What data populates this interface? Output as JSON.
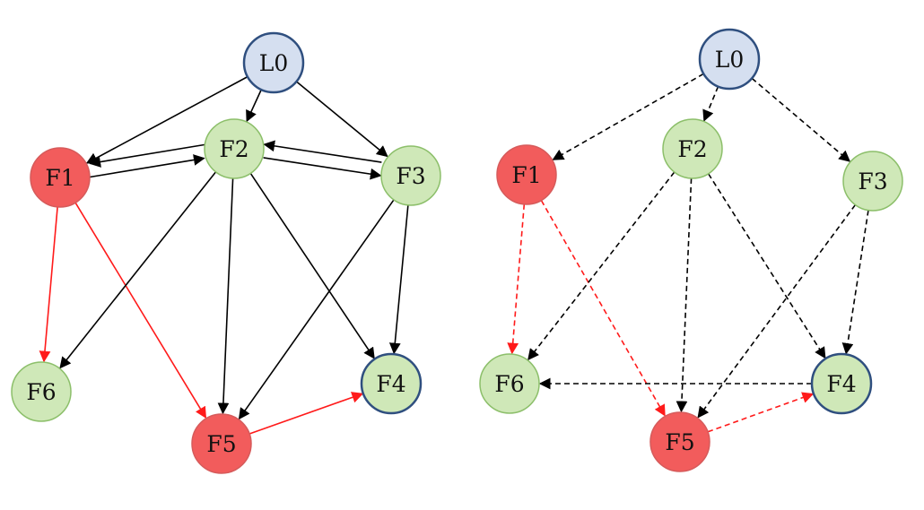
{
  "colors": {
    "leader_fill": "#d5dff0",
    "leader_stroke": "#2f4f7f",
    "normal_fill": "#cfe8b8",
    "normal_stroke": "#8cbf6a",
    "faulty_fill": "#f25c5c",
    "faulty_stroke": "#d65b5b",
    "edge_black": "#000000",
    "edge_red": "#ff1a1a"
  },
  "graphs": [
    {
      "name": "left-graph",
      "edge_style": "solid",
      "nodes": [
        {
          "id": "L0",
          "label": "L0",
          "kind": "leader"
        },
        {
          "id": "F1",
          "label": "F1",
          "kind": "faulty"
        },
        {
          "id": "F2",
          "label": "F2",
          "kind": "normal"
        },
        {
          "id": "F3",
          "label": "F3",
          "kind": "normal"
        },
        {
          "id": "F4",
          "label": "F4",
          "kind": "highlight"
        },
        {
          "id": "F5",
          "label": "F5",
          "kind": "faulty"
        },
        {
          "id": "F6",
          "label": "F6",
          "kind": "normal"
        }
      ],
      "edges": [
        {
          "from": "L0",
          "to": "F1",
          "color": "black"
        },
        {
          "from": "L0",
          "to": "F2",
          "color": "black"
        },
        {
          "from": "L0",
          "to": "F3",
          "color": "black"
        },
        {
          "from": "F2",
          "to": "F1",
          "color": "black"
        },
        {
          "from": "F1",
          "to": "F2",
          "color": "black"
        },
        {
          "from": "F2",
          "to": "F3",
          "color": "black"
        },
        {
          "from": "F3",
          "to": "F2",
          "color": "black"
        },
        {
          "from": "F1",
          "to": "F6",
          "color": "red"
        },
        {
          "from": "F1",
          "to": "F5",
          "color": "red"
        },
        {
          "from": "F2",
          "to": "F6",
          "color": "black"
        },
        {
          "from": "F2",
          "to": "F5",
          "color": "black"
        },
        {
          "from": "F2",
          "to": "F4",
          "color": "black"
        },
        {
          "from": "F3",
          "to": "F5",
          "color": "black"
        },
        {
          "from": "F3",
          "to": "F4",
          "color": "black"
        },
        {
          "from": "F5",
          "to": "F4",
          "color": "red"
        }
      ]
    },
    {
      "name": "right-graph",
      "edge_style": "dashed",
      "nodes": [
        {
          "id": "L0",
          "label": "L0",
          "kind": "leader"
        },
        {
          "id": "F1",
          "label": "F1",
          "kind": "faulty"
        },
        {
          "id": "F2",
          "label": "F2",
          "kind": "normal"
        },
        {
          "id": "F3",
          "label": "F3",
          "kind": "normal"
        },
        {
          "id": "F4",
          "label": "F4",
          "kind": "highlight"
        },
        {
          "id": "F5",
          "label": "F5",
          "kind": "faulty"
        },
        {
          "id": "F6",
          "label": "F6",
          "kind": "normal"
        }
      ],
      "edges": [
        {
          "from": "L0",
          "to": "F1",
          "color": "black"
        },
        {
          "from": "L0",
          "to": "F2",
          "color": "black"
        },
        {
          "from": "L0",
          "to": "F3",
          "color": "black"
        },
        {
          "from": "F1",
          "to": "F6",
          "color": "red"
        },
        {
          "from": "F1",
          "to": "F5",
          "color": "red"
        },
        {
          "from": "F2",
          "to": "F6",
          "color": "black"
        },
        {
          "from": "F2",
          "to": "F5",
          "color": "black"
        },
        {
          "from": "F2",
          "to": "F4",
          "color": "black"
        },
        {
          "from": "F3",
          "to": "F5",
          "color": "black"
        },
        {
          "from": "F3",
          "to": "F4",
          "color": "black"
        },
        {
          "from": "F4",
          "to": "F6",
          "color": "black"
        },
        {
          "from": "F5",
          "to": "F4",
          "color": "red"
        }
      ]
    }
  ]
}
